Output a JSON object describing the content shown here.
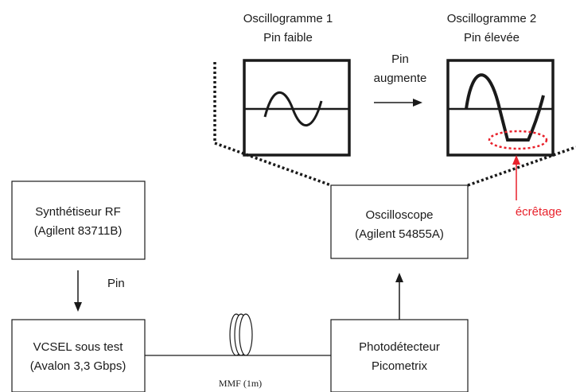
{
  "oscillogram1": {
    "line1": "Oscillogramme 1",
    "line2": "Pin faible"
  },
  "oscillogram2": {
    "line1": "Oscillogramme 2",
    "line2": "Pin élevée"
  },
  "transition": {
    "line1": "Pin",
    "line2": "augmente"
  },
  "synth": {
    "line1": "Synthétiseur RF",
    "line2": "(Agilent 83711B)"
  },
  "vcsel": {
    "line1": "VCSEL sous test",
    "line2": "(Avalon 3,3 Gbps)"
  },
  "oscilloscope": {
    "line1": "Oscilloscope",
    "line2": "(Agilent 54855A)"
  },
  "photodetector": {
    "line1": "Photodétecteur",
    "line2": "Picometrix"
  },
  "pin_label": "Pin",
  "fiber_label": "MMF (1m)",
  "clipping_label": "écrêtage",
  "colors": {
    "clipping": "#e8212b",
    "stroke": "#1a1a1a"
  }
}
